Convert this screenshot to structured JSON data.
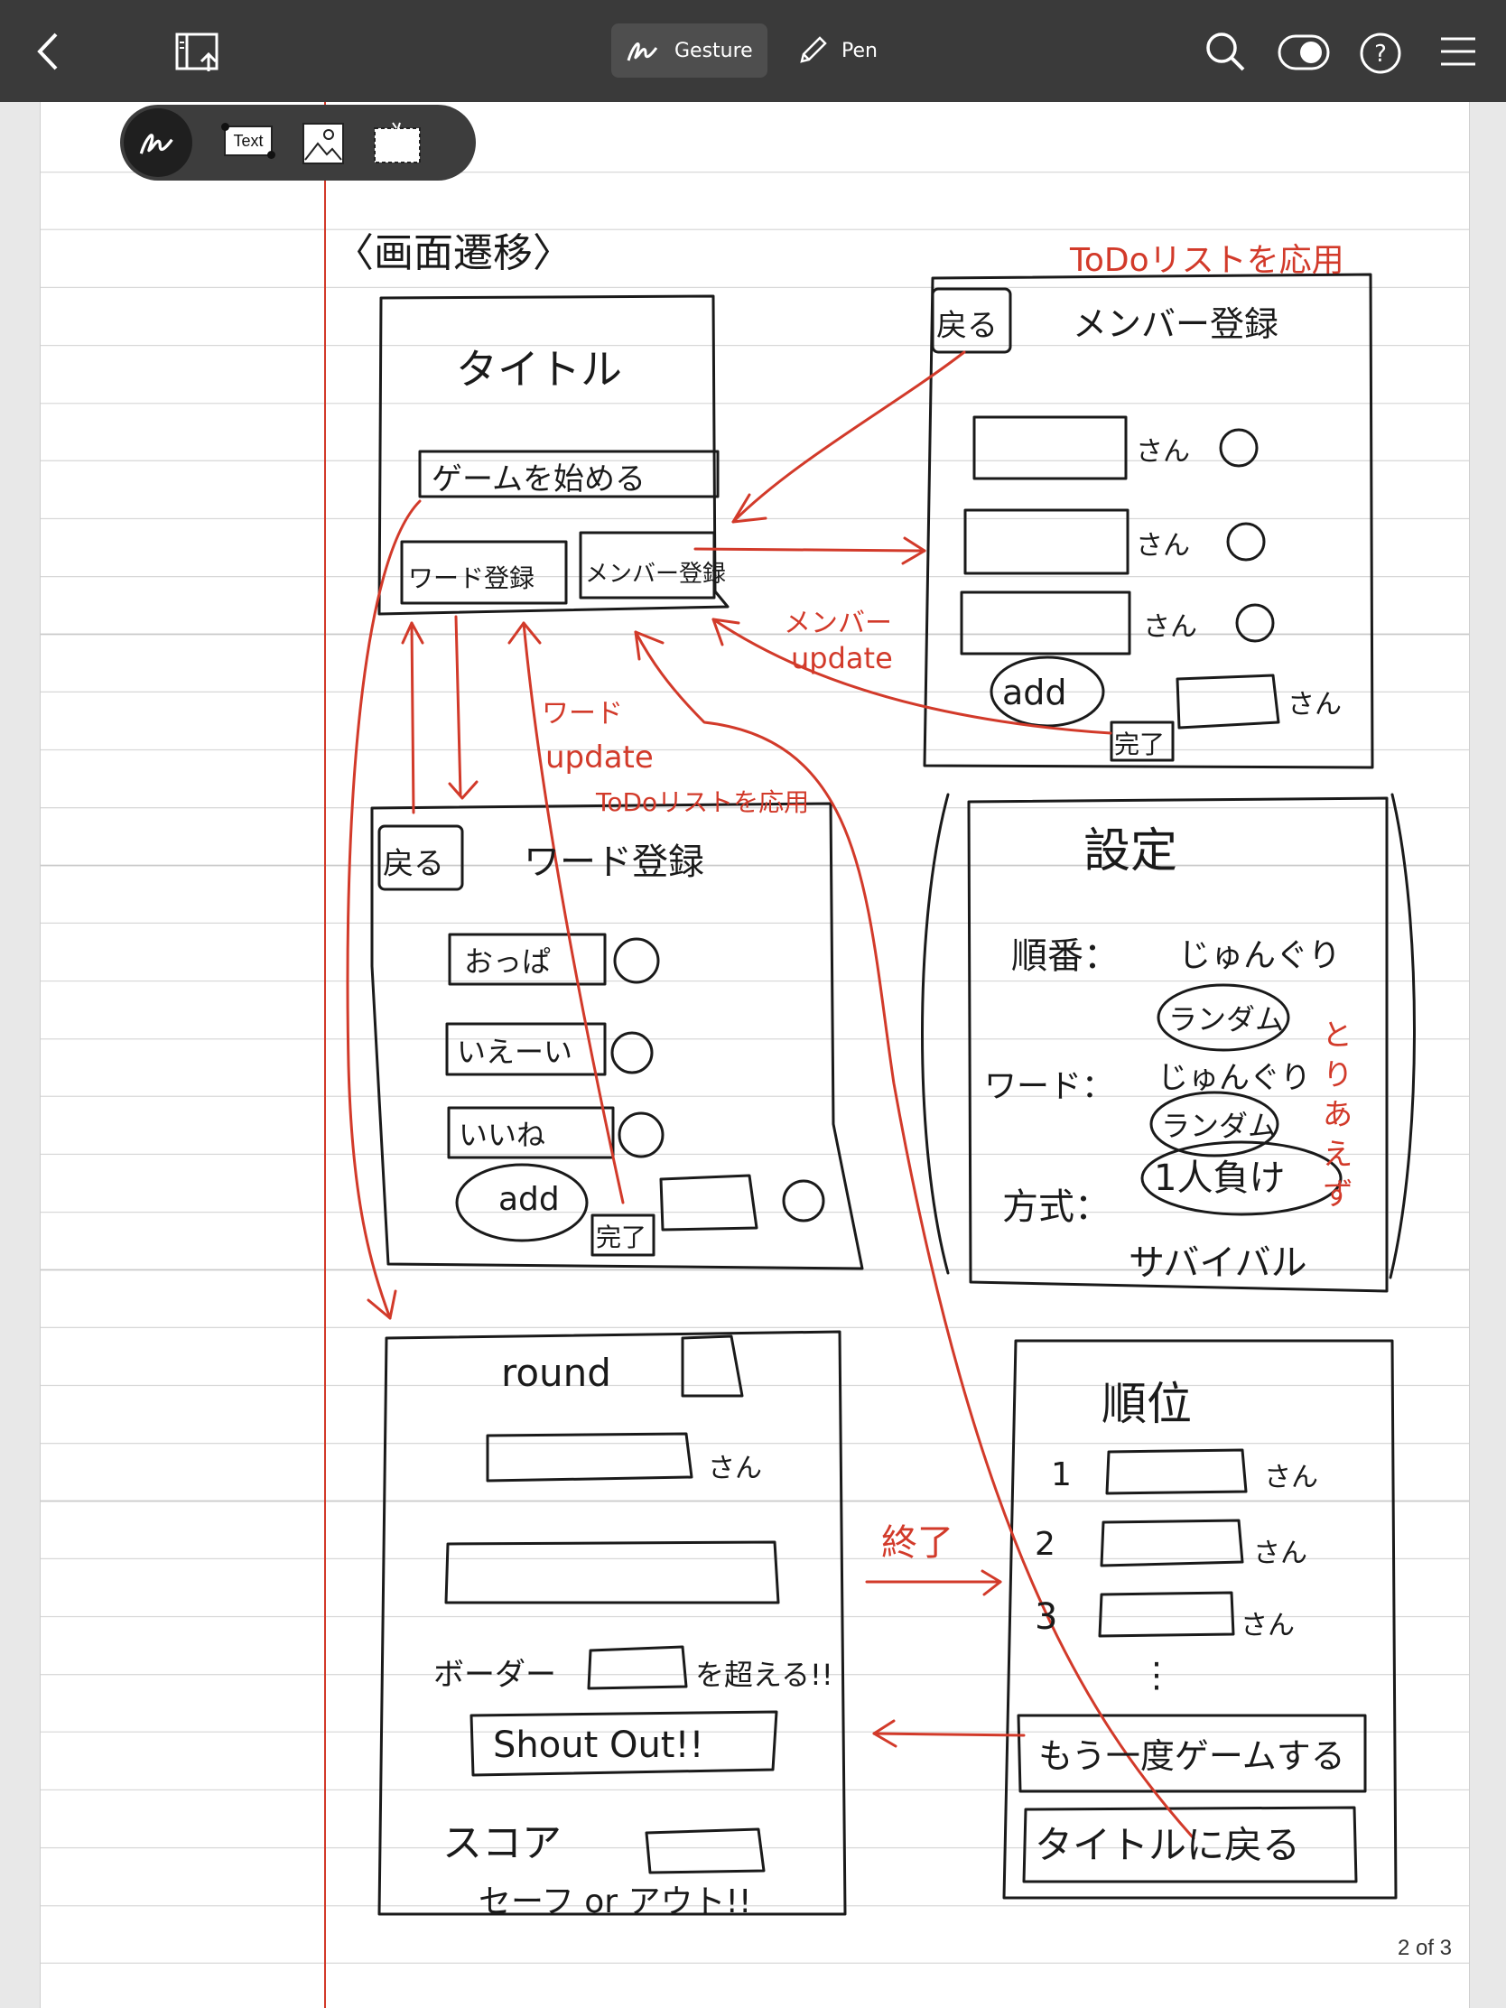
{
  "toolbar": {
    "back_icon": "chevron-left-icon",
    "export_icon": "export-icon",
    "gesture_label": "Gesture",
    "pen_label": "Pen",
    "search_icon": "search-icon",
    "toggle_icon": "toggle-icon",
    "help_icon": "help-icon",
    "menu_icon": "menu-icon"
  },
  "palette": {
    "gesture_tool_icon": "gesture-icon",
    "text_tool_label": "Text",
    "image_tool_icon": "image-icon",
    "selection_tool_icon": "selection-icon"
  },
  "notes": {
    "heading": "〈画面遷移〉",
    "todo_note_1": "ToDoリストを応用",
    "todo_note_2": "ToDoリストを応用",
    "title_screen": {
      "title": "タイトル",
      "start_button": "ゲームを始める",
      "word_button": "ワード登録",
      "member_button": "メンバー登録"
    },
    "member_screen": {
      "back": "戻る",
      "title": "メンバー登録",
      "suffix": "さん",
      "add": "add",
      "done": "完了"
    },
    "member_update": [
      "メンバー",
      "update"
    ],
    "word_update": [
      "ワード",
      "update"
    ],
    "word_screen": {
      "back": "戻る",
      "title": "ワード登録",
      "items": [
        "おっぱ",
        "いえーい",
        "いいね"
      ],
      "add": "add",
      "done": "完了"
    },
    "settings_screen": {
      "title": "設定",
      "order_label": "順番：",
      "order_value": "じゅんぐり",
      "order_alt": "ランダム",
      "word_label": "ワード：",
      "word_value": "じゅんぐり",
      "word_alt": "ランダム",
      "mode_label": "方式：",
      "mode_value": "1人負け",
      "mode_alt": "サバイバル",
      "side_note": "とりあえず"
    },
    "round_screen": {
      "round_label": "round",
      "suffix": "さん",
      "border_label": "ボーダー",
      "border_suffix": "を超える!!",
      "shout_button": "Shout Out!!",
      "score_label": "スコア",
      "result": "セーフ or アウト!!"
    },
    "end_label": "終了",
    "ranking_screen": {
      "title": "順位",
      "ranks": [
        "1",
        "2",
        "3"
      ],
      "suffix": "さん",
      "ellipsis": "⋮",
      "again_button": "もう一度ゲームする",
      "back_title_button": "タイトルに戻る"
    }
  },
  "page_indicator": "2 of 3",
  "colors": {
    "ink": "#1a1a1a",
    "red_ink": "#d23a2a",
    "toolbar_bg": "#3a3a3a"
  }
}
